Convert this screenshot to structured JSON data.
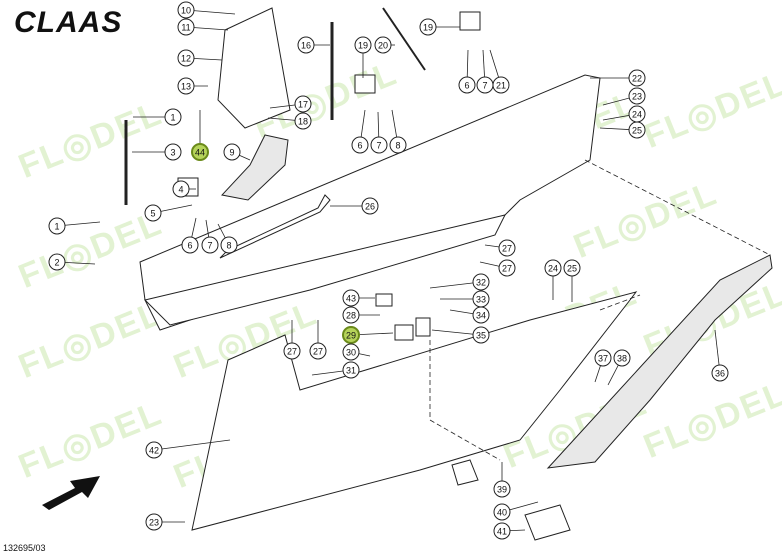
{
  "brand": "CLAAS",
  "drawing_code": "132695/03",
  "watermark": "FL◎DEL",
  "callouts": [
    {
      "n": "10"
    },
    {
      "n": "11"
    },
    {
      "n": "12"
    },
    {
      "n": "13"
    },
    {
      "n": "1"
    },
    {
      "n": "3"
    },
    {
      "n": "44"
    },
    {
      "n": "4"
    },
    {
      "n": "5"
    },
    {
      "n": "1"
    },
    {
      "n": "2"
    },
    {
      "n": "6"
    },
    {
      "n": "7"
    },
    {
      "n": "8"
    },
    {
      "n": "9"
    },
    {
      "n": "16"
    },
    {
      "n": "17"
    },
    {
      "n": "18"
    },
    {
      "n": "19"
    },
    {
      "n": "20"
    },
    {
      "n": "6"
    },
    {
      "n": "7"
    },
    {
      "n": "8"
    },
    {
      "n": "19"
    },
    {
      "n": "6"
    },
    {
      "n": "7"
    },
    {
      "n": "21"
    },
    {
      "n": "22"
    },
    {
      "n": "23"
    },
    {
      "n": "24"
    },
    {
      "n": "25"
    },
    {
      "n": "26"
    },
    {
      "n": "27"
    },
    {
      "n": "27"
    },
    {
      "n": "32"
    },
    {
      "n": "43"
    },
    {
      "n": "33"
    },
    {
      "n": "28"
    },
    {
      "n": "34"
    },
    {
      "n": "29"
    },
    {
      "n": "35"
    },
    {
      "n": "27"
    },
    {
      "n": "27"
    },
    {
      "n": "30"
    },
    {
      "n": "31"
    },
    {
      "n": "24"
    },
    {
      "n": "25"
    },
    {
      "n": "37"
    },
    {
      "n": "38"
    },
    {
      "n": "36"
    },
    {
      "n": "42"
    },
    {
      "n": "39"
    },
    {
      "n": "40"
    },
    {
      "n": "41"
    },
    {
      "n": "23"
    }
  ]
}
